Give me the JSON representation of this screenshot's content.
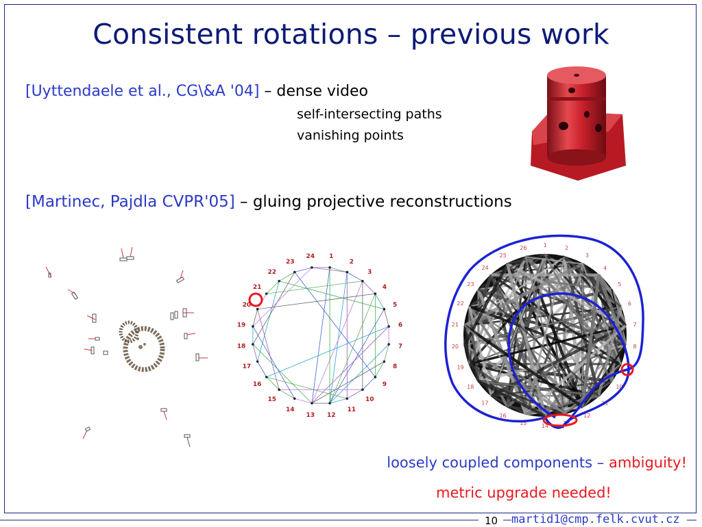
{
  "slide": {
    "title": "Consistent rotations – previous work",
    "ref1": "[Uyttendaele et al., CG\\&A '04]",
    "ref1_rest": " – dense video",
    "ref1_items": [
      "self-intersecting paths",
      "vanishing points"
    ],
    "ref2": "[Martinec, Pajdla CVPR'05]",
    "ref2_rest": " – gluing projective reconstructions",
    "note1_blue": "loosely coupled components – ",
    "note1_red": "ambiguity!",
    "note2": "metric upgrade needed!",
    "page_number": "10",
    "email": "martid1@cmp.felk.cvut.cz"
  },
  "graph_left": {
    "labels": [
      "1",
      "2",
      "3",
      "4",
      "5",
      "6",
      "7",
      "8",
      "9",
      "10",
      "11",
      "12",
      "13",
      "14",
      "15",
      "16",
      "17",
      "18",
      "19",
      "20",
      "21",
      "22",
      "23",
      "24"
    ]
  },
  "graph_right": {
    "labels": [
      "1",
      "2",
      "3",
      "4",
      "5",
      "6",
      "7",
      "8",
      "9",
      "10",
      "11",
      "12",
      "13",
      "14",
      "15",
      "16",
      "17",
      "18",
      "19",
      "20",
      "21",
      "22",
      "23",
      "24",
      "25",
      "26"
    ]
  },
  "colors": {
    "title": "#0d1a75",
    "citation": "#2a39c8",
    "accent_red": "#e8181d",
    "path_blue": "#1c22d4",
    "object_red": "#c8202a"
  },
  "icons": [
    "red-cylinder-photo",
    "camera-marker-icon",
    "highlight-circle-icon"
  ]
}
